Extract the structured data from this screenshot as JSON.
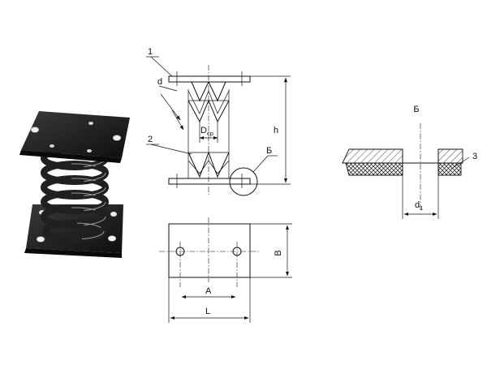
{
  "labels": {
    "callout_1": "1",
    "callout_2": "2",
    "callout_3": "3",
    "wire_d": "d",
    "dcp_main": "D",
    "dcp_sub": "ср",
    "height_h": "h",
    "detail_b": "Б",
    "section_b": "Б",
    "dim_a": "A",
    "dim_b": "B",
    "dim_l": "L",
    "hole_main": "d",
    "hole_sub": "1"
  },
  "colors": {
    "ink": "#111111",
    "plate": "#1a1a1a",
    "spring": "#262626",
    "highlight": "#8a8a8a"
  }
}
